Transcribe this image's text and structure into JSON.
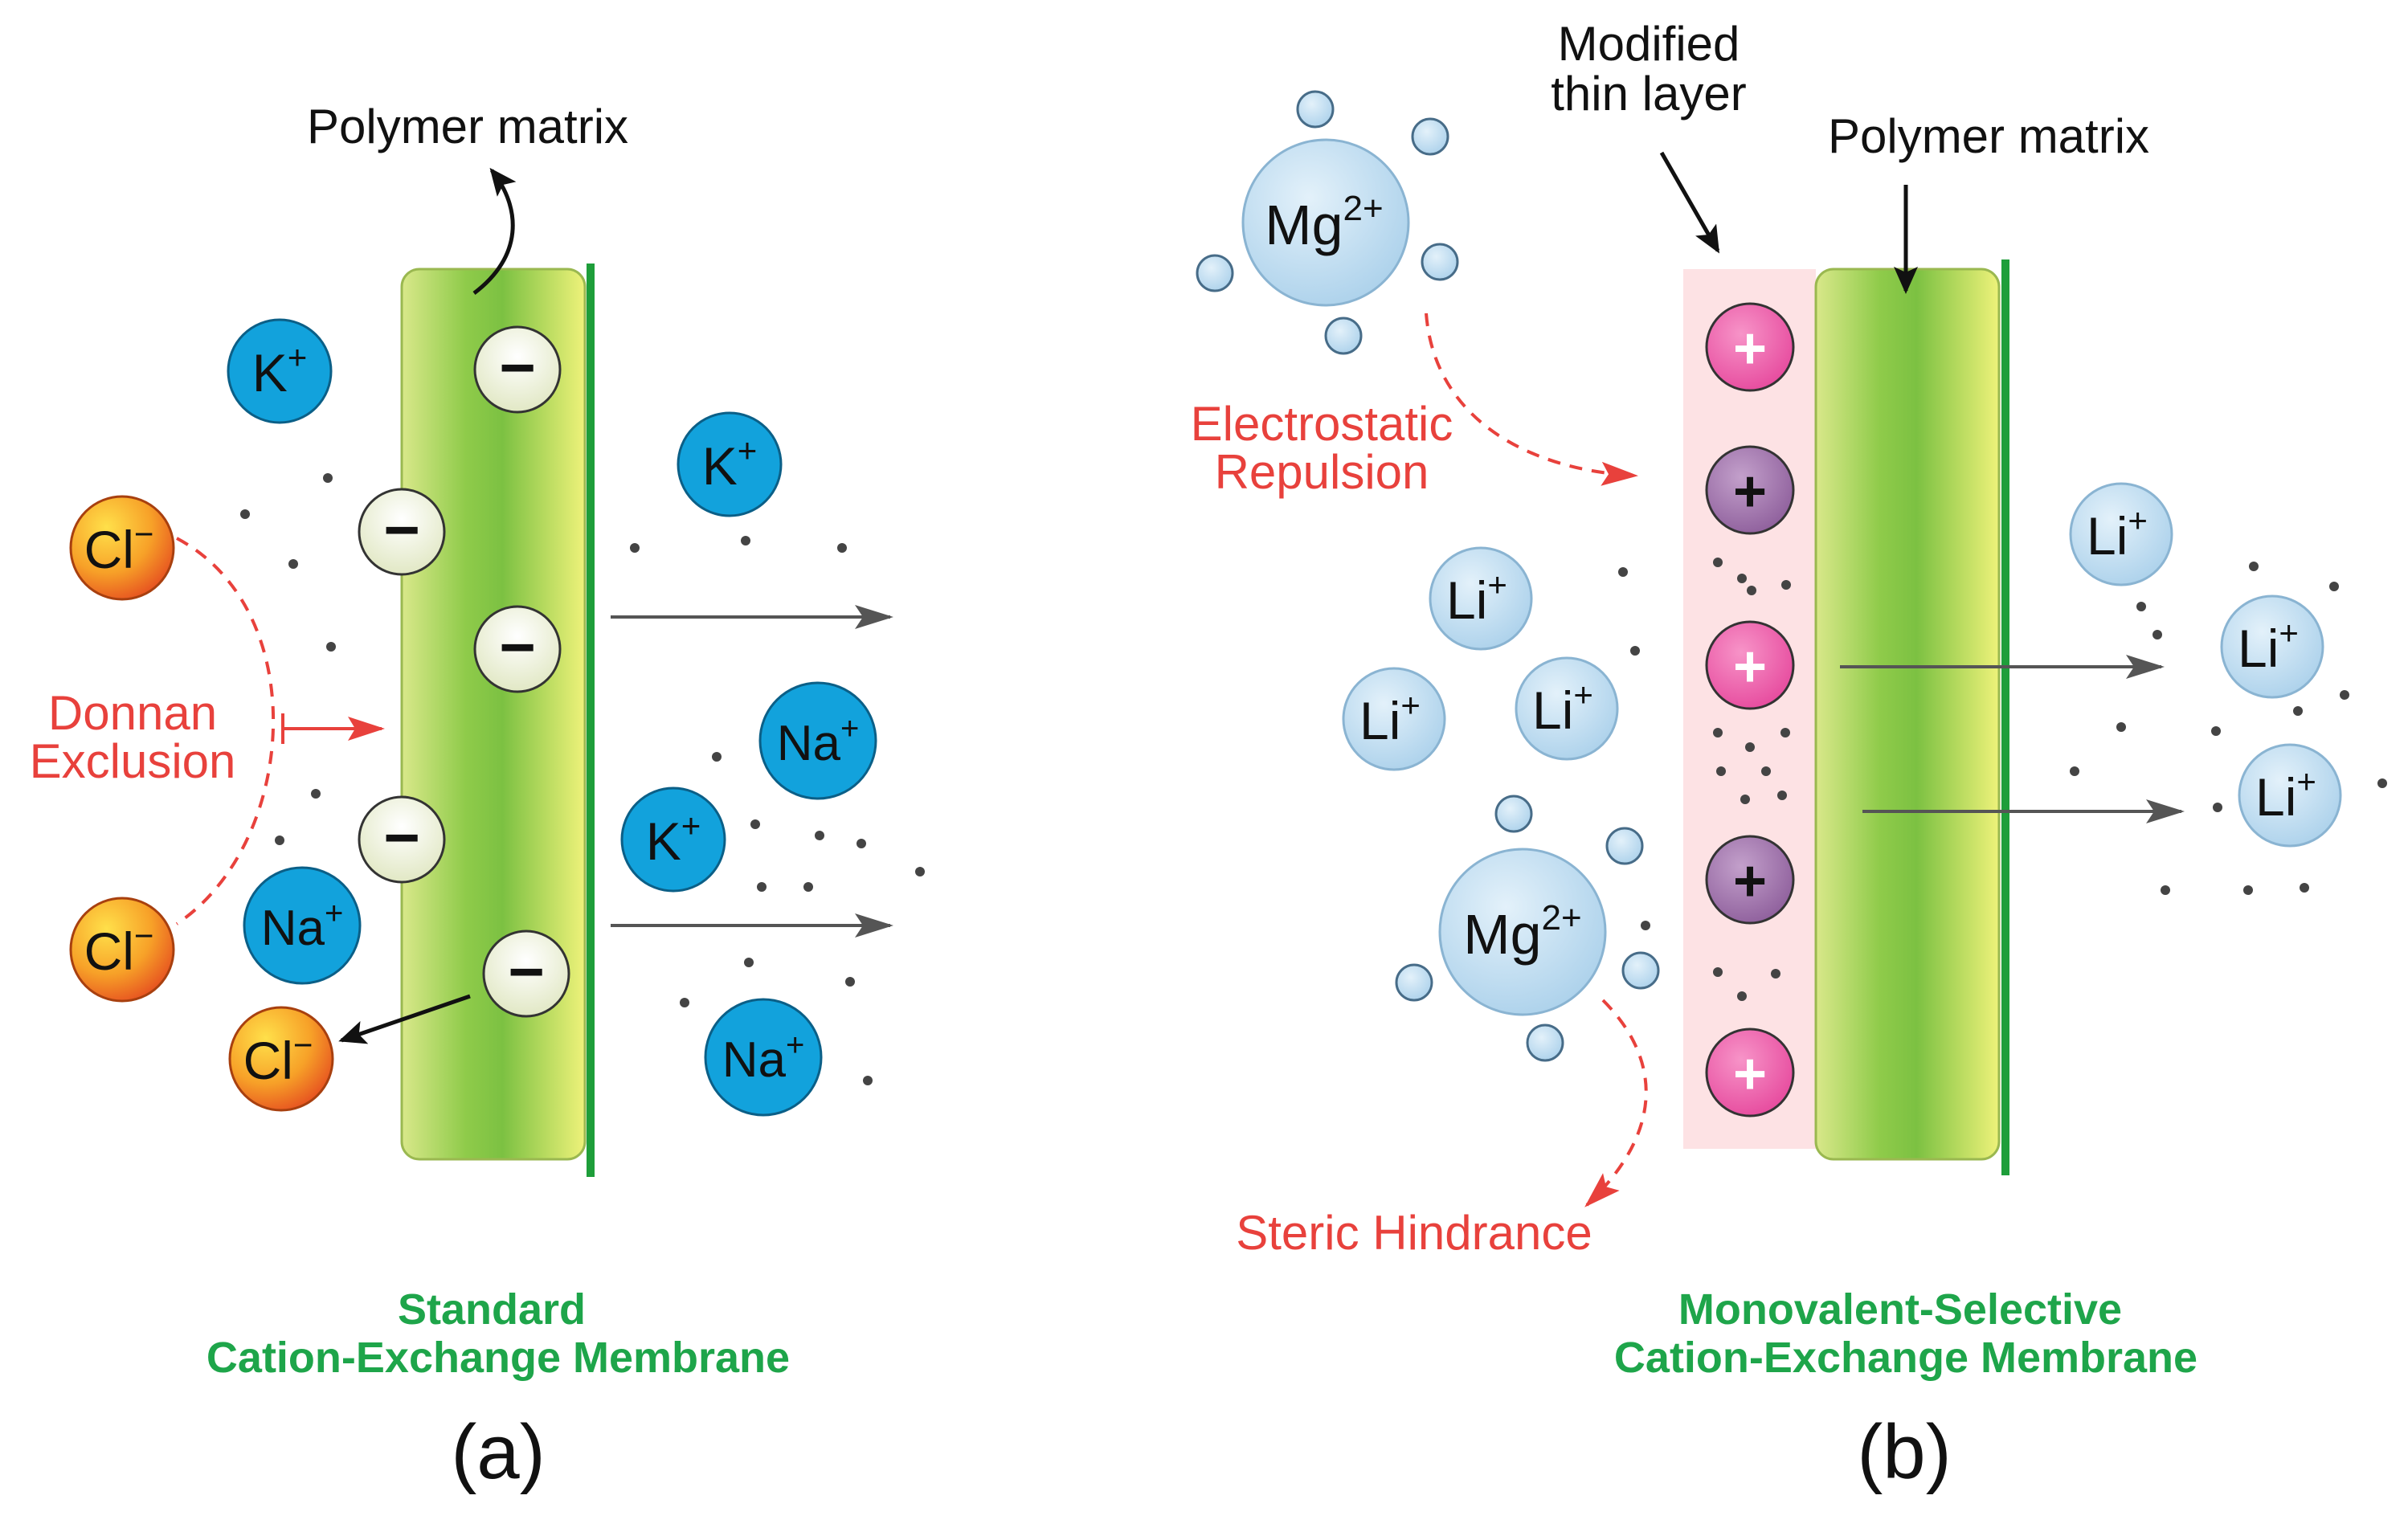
{
  "colors": {
    "membrane_light": "#e6eb96",
    "membrane_dark": "#7cc142",
    "membrane_edge": "#1e9e3a",
    "anion_ion_start": "#ffd23a",
    "anion_ion_end": "#ec5a22",
    "cation_blue": "#12a2dc",
    "soft_ion": "#b7d9ef",
    "positive_pink": "#ed5fa8",
    "positive_purple": "#9a6ba6",
    "thin_layer": "#fde2e4",
    "red_label": "#e8413c",
    "green_label": "#1ea54a",
    "arrow_gray": "#555555",
    "dot_gray": "#444444"
  },
  "panel_a": {
    "matrix_label": "Polymer matrix",
    "donnan_line1": "Donnan",
    "donnan_line2": "Exclusion",
    "title_line1": "Standard",
    "title_line2": "Cation-Exchange Membrane",
    "letter": "(a)",
    "fixed_charge_symbol": "−",
    "ions": {
      "k1": {
        "symbol": "K",
        "charge": "+"
      },
      "k2": {
        "symbol": "K",
        "charge": "+"
      },
      "k3": {
        "symbol": "K",
        "charge": "+"
      },
      "na1": {
        "symbol": "Na",
        "charge": "+"
      },
      "na2": {
        "symbol": "Na",
        "charge": "+"
      },
      "na3": {
        "symbol": "Na",
        "charge": "+"
      },
      "cl1": {
        "symbol": "Cl",
        "charge": "−"
      },
      "cl2": {
        "symbol": "Cl",
        "charge": "−"
      },
      "cl3": {
        "symbol": "Cl",
        "charge": "−"
      }
    }
  },
  "panel_b": {
    "thin_layer_line1": "Modified",
    "thin_layer_line2": "thin layer",
    "matrix_label": "Polymer matrix",
    "electrostatic_line1": "Electrostatic",
    "electrostatic_line2": "Repulsion",
    "steric_label": "Steric Hindrance",
    "title_line1": "Monovalent-Selective",
    "title_line2": "Cation-Exchange Membrane",
    "letter": "(b)",
    "fixed_charge_symbol": "+",
    "ions": {
      "mg1": {
        "symbol": "Mg",
        "charge": "2+"
      },
      "mg2": {
        "symbol": "Mg",
        "charge": "2+"
      },
      "li1": {
        "symbol": "Li",
        "charge": "+"
      },
      "li2": {
        "symbol": "Li",
        "charge": "+"
      },
      "li3": {
        "symbol": "Li",
        "charge": "+"
      },
      "li4": {
        "symbol": "Li",
        "charge": "+"
      },
      "li5": {
        "symbol": "Li",
        "charge": "+"
      },
      "li6": {
        "symbol": "Li",
        "charge": "+"
      }
    }
  }
}
